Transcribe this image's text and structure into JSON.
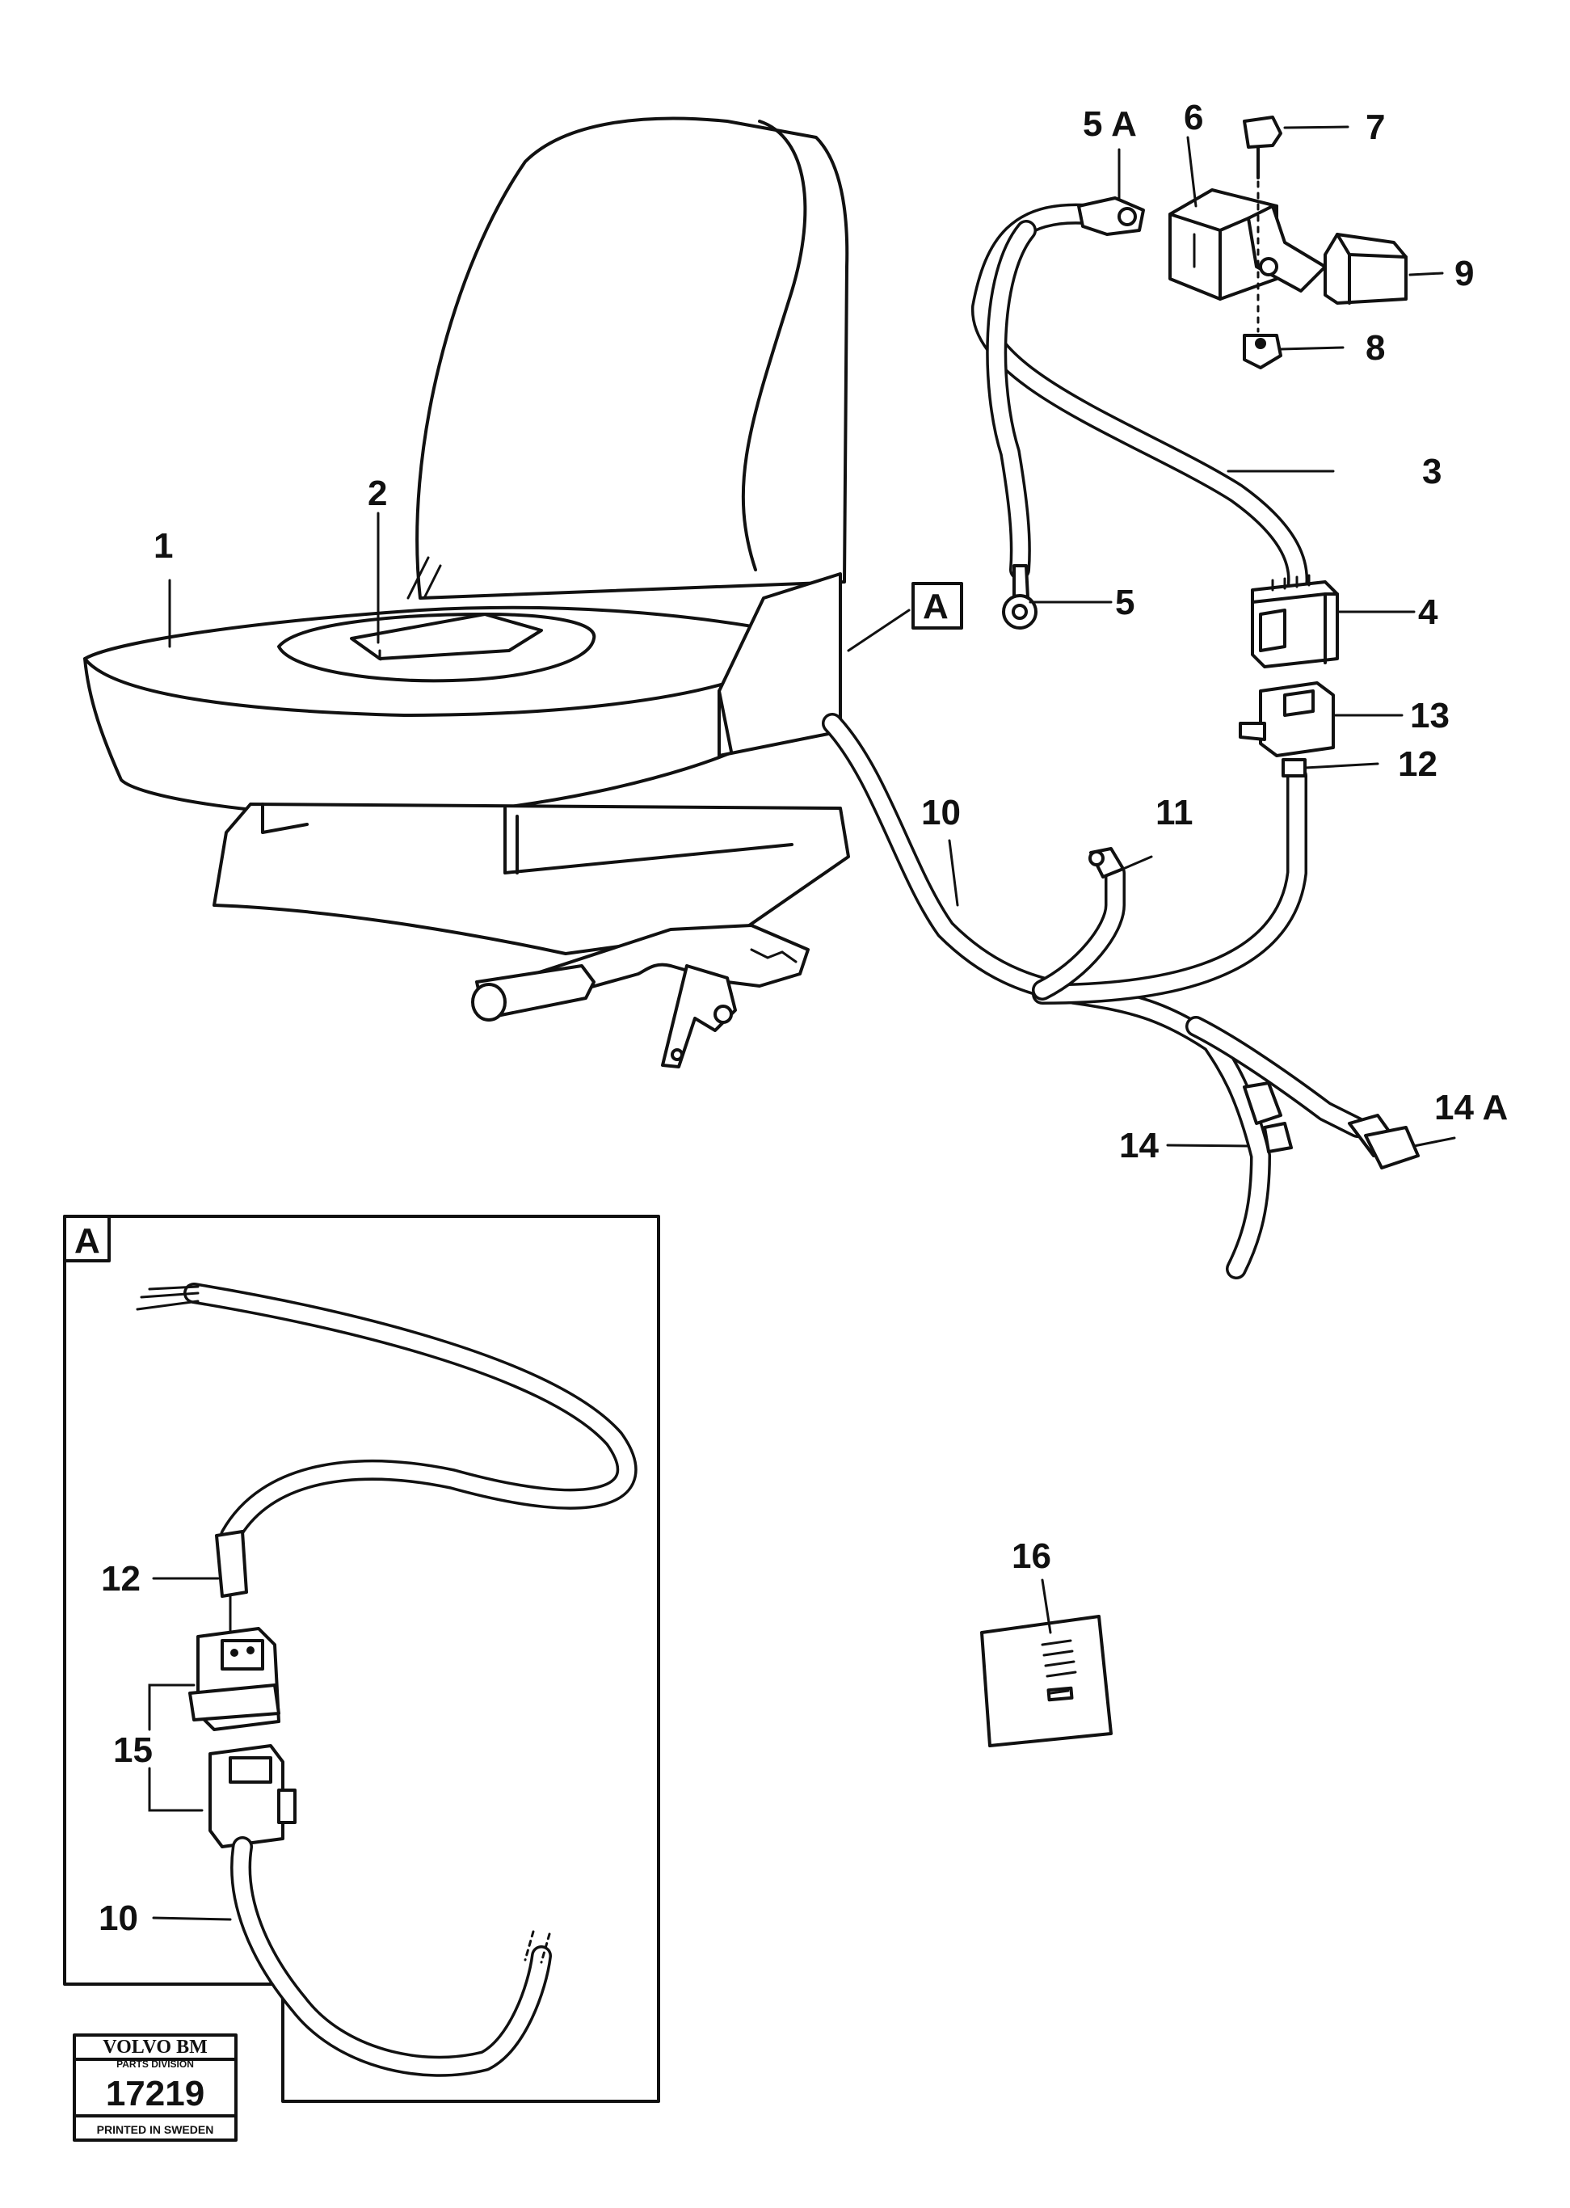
{
  "labels": {
    "l1": "1",
    "l2": "2",
    "l3": "3",
    "l4": "4",
    "l5": "5",
    "l5a": "5 A",
    "l6": "6",
    "l7": "7",
    "l8": "8",
    "l9": "9",
    "l10": "10",
    "l11": "11",
    "l12": "12",
    "l13": "13",
    "l14": "14",
    "l14a": "14 A",
    "l16": "16",
    "detail_ref": "A"
  },
  "detail": {
    "title": "A",
    "l12": "12",
    "l15": "15",
    "l10": "10"
  },
  "stamp": {
    "brand": "VOLVO BM",
    "division": "PARTS DIVISION",
    "number": "17219",
    "footer": "PRINTED IN SWEDEN"
  }
}
